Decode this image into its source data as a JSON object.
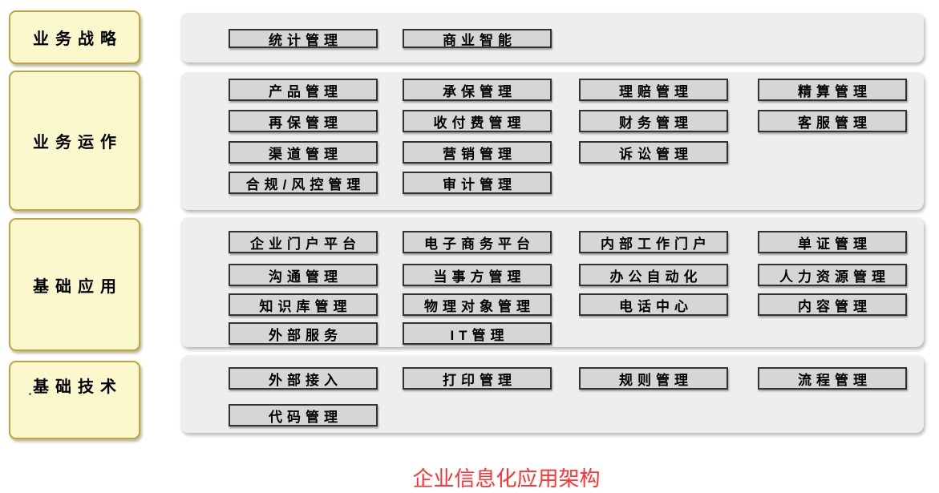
{
  "title": {
    "text": "企业信息化应用架构",
    "color": "#ff3333"
  },
  "colors": {
    "label_fill": "#fbf8ce",
    "label_border": "#bfa53c",
    "panel_fill": "#eeeeee",
    "button_fill": "#d6d6d6",
    "button_border": "#333333",
    "title_red": "#ff3333"
  },
  "bands": [
    {
      "label": "业务战略",
      "button_rows": [
        [
          "统计管理",
          "商业智能"
        ]
      ]
    },
    {
      "label": "业务运作",
      "button_rows": [
        [
          "产品管理",
          "承保管理",
          "理赔管理",
          "精算管理"
        ],
        [
          "再保管理",
          "收付费管理",
          "财务管理",
          "客服管理"
        ],
        [
          "渠道管理",
          "营销管理",
          "诉讼管理"
        ],
        [
          "合规/风控管理",
          "审计管理"
        ]
      ]
    },
    {
      "label": "基础应用",
      "button_rows": [
        [
          "企业门户平台",
          "电子商务平台",
          "内部工作门户",
          "单证管理"
        ],
        [
          "沟通管理",
          "当事方管理",
          "办公自动化",
          "人力资源管理"
        ],
        [
          "知识库管理",
          "物理对象管理",
          "电话中心",
          "内容管理"
        ],
        [
          "外部服务",
          "IT管理"
        ]
      ]
    },
    {
      "label": "基础技术",
      "button_rows": [
        [
          "外部接入",
          "打印管理",
          "规则管理",
          "流程管理"
        ],
        [
          "代码管理"
        ]
      ]
    }
  ]
}
